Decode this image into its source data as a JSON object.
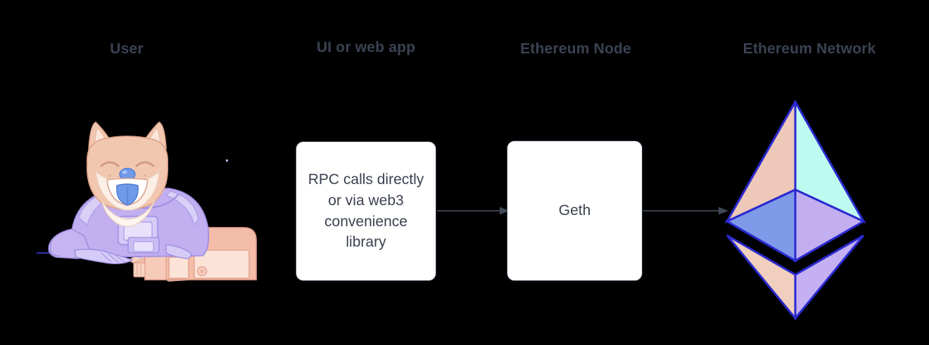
{
  "diagram": {
    "background_color": "#000000",
    "title_color": "#3a4252",
    "box_fill": "#ffffff",
    "box_stroke": "#3a4252",
    "arrow_color": "#4d5566",
    "columns": [
      {
        "key": "user",
        "label": "User"
      },
      {
        "key": "ui",
        "label": "UI or web app"
      },
      {
        "key": "node",
        "label": "Ethereum Node"
      },
      {
        "key": "network",
        "label": "Ethereum Network"
      }
    ],
    "boxes": [
      {
        "key": "rpc",
        "label": "RPC calls directly\nor via web3\nconvenience\nlibrary"
      },
      {
        "key": "geth",
        "label": "Geth"
      }
    ],
    "arrows": [
      {
        "key": "rpc-to-geth",
        "from": "RPC calls directly or via web3 convenience library",
        "to": "Geth"
      },
      {
        "key": "geth-to-network",
        "from": "Geth",
        "to": "Ethereum Network"
      }
    ],
    "user_illustration": {
      "name": "shiba-inu-astronaut-at-computer",
      "fur_color": "#f0c4ae",
      "fur_light_color": "#fbe4d8",
      "suit_color": "#bcaaf0",
      "suit_light_color": "#d7cef7",
      "tongue_color": "#6f9ae8",
      "nose_color": "#6f9ae8",
      "computer_color": "#f0b7a4",
      "computer_light_color": "#fbe0d4",
      "outline_color": "#3b2ecb",
      "desk_line_color": "#2d2fa8"
    },
    "ethereum_logo": {
      "name": "ethereum-diamond-logo",
      "stroke": "#2a2ad0",
      "facets": {
        "upper_left": "#eec8b8",
        "upper_right": "#bdfaf0",
        "mid_left": "#7f9ae8",
        "mid_right": "#c3aef0",
        "lower_left": "#f0cfbe",
        "lower_right": "#c4b0f2"
      }
    }
  }
}
